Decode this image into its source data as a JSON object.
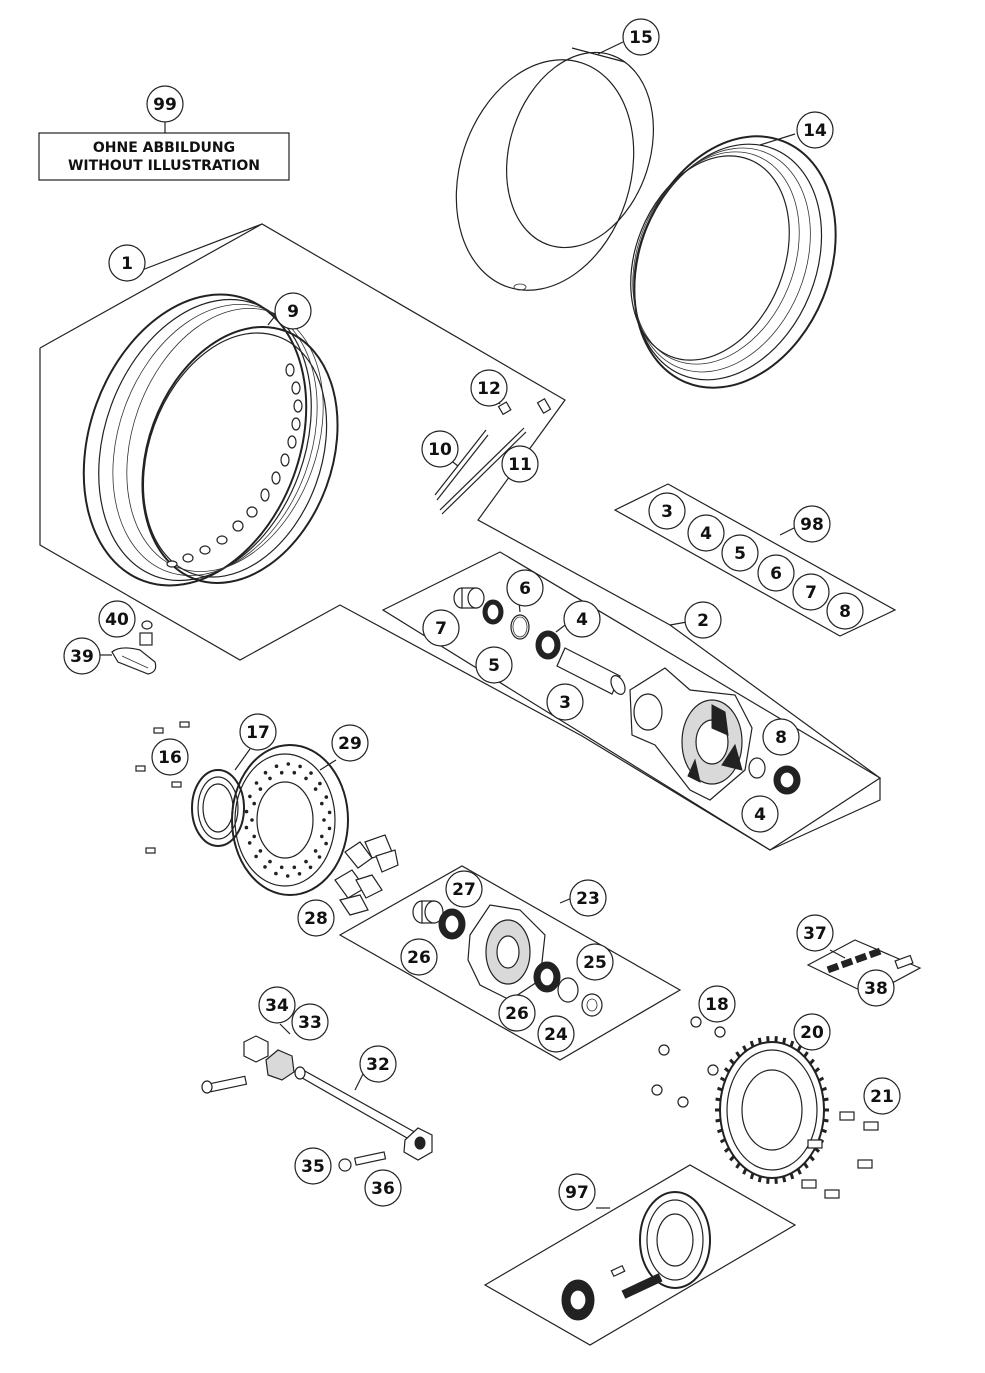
{
  "note_box": {
    "line1": "OHNE ABBILDUNG",
    "line2": "WITHOUT ILLUSTRATION"
  },
  "callouts": [
    {
      "id": "c99",
      "label": "99"
    },
    {
      "id": "c15",
      "label": "15"
    },
    {
      "id": "c14",
      "label": "14"
    },
    {
      "id": "c1",
      "label": "1"
    },
    {
      "id": "c9",
      "label": "9"
    },
    {
      "id": "c12",
      "label": "12"
    },
    {
      "id": "c10",
      "label": "10"
    },
    {
      "id": "c11",
      "label": "11"
    },
    {
      "id": "c98",
      "label": "98"
    },
    {
      "id": "c98_3",
      "label": "3"
    },
    {
      "id": "c98_4",
      "label": "4"
    },
    {
      "id": "c98_5",
      "label": "5"
    },
    {
      "id": "c98_6",
      "label": "6"
    },
    {
      "id": "c98_7",
      "label": "7"
    },
    {
      "id": "c98_8",
      "label": "8"
    },
    {
      "id": "c40",
      "label": "40"
    },
    {
      "id": "c39",
      "label": "39"
    },
    {
      "id": "c6",
      "label": "6"
    },
    {
      "id": "c7",
      "label": "7"
    },
    {
      "id": "c4a",
      "label": "4"
    },
    {
      "id": "c2",
      "label": "2"
    },
    {
      "id": "c5",
      "label": "5"
    },
    {
      "id": "c3",
      "label": "3"
    },
    {
      "id": "c8",
      "label": "8"
    },
    {
      "id": "c4b",
      "label": "4"
    },
    {
      "id": "c17",
      "label": "17"
    },
    {
      "id": "c29",
      "label": "29"
    },
    {
      "id": "c16",
      "label": "16"
    },
    {
      "id": "c27",
      "label": "27"
    },
    {
      "id": "c23",
      "label": "23"
    },
    {
      "id": "c28",
      "label": "28"
    },
    {
      "id": "c26a",
      "label": "26"
    },
    {
      "id": "c25",
      "label": "25"
    },
    {
      "id": "c26b",
      "label": "26"
    },
    {
      "id": "c24",
      "label": "24"
    },
    {
      "id": "c37",
      "label": "37"
    },
    {
      "id": "c38",
      "label": "38"
    },
    {
      "id": "c34",
      "label": "34"
    },
    {
      "id": "c33",
      "label": "33"
    },
    {
      "id": "c32",
      "label": "32"
    },
    {
      "id": "c18",
      "label": "18"
    },
    {
      "id": "c20",
      "label": "20"
    },
    {
      "id": "c21",
      "label": "21"
    },
    {
      "id": "c35",
      "label": "35"
    },
    {
      "id": "c36",
      "label": "36"
    },
    {
      "id": "c97",
      "label": "97"
    }
  ]
}
